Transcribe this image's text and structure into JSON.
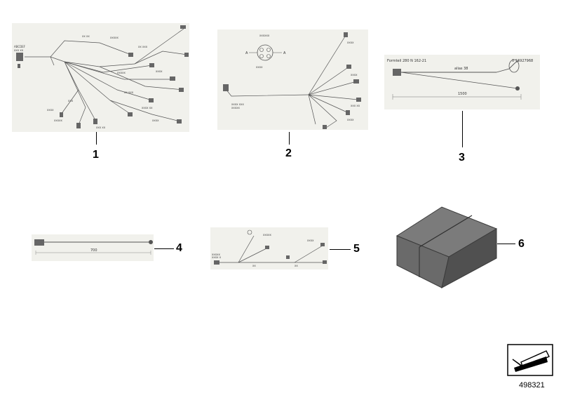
{
  "callouts": {
    "c1": "1",
    "c2": "2",
    "c3": "3",
    "c4": "4",
    "c5": "5",
    "c6": "6"
  },
  "panel3": {
    "header_left": "Formteil 280 N 162-21",
    "header_right": "0 16927968",
    "dimension": "1500",
    "inner_label": "alias 38"
  },
  "panel4": {
    "dimension": "700"
  },
  "panel2": {
    "connector_labels": [
      "A",
      "A"
    ]
  },
  "catalog_number": "498321",
  "colors": {
    "ink": "#000000",
    "panel_bg": "#f1f1ec",
    "box_top": "#7b7b7b",
    "box_front": "#6a6a6a",
    "box_side": "#505050"
  },
  "icons": {
    "corner_symbol": "arrow-box-icon"
  }
}
